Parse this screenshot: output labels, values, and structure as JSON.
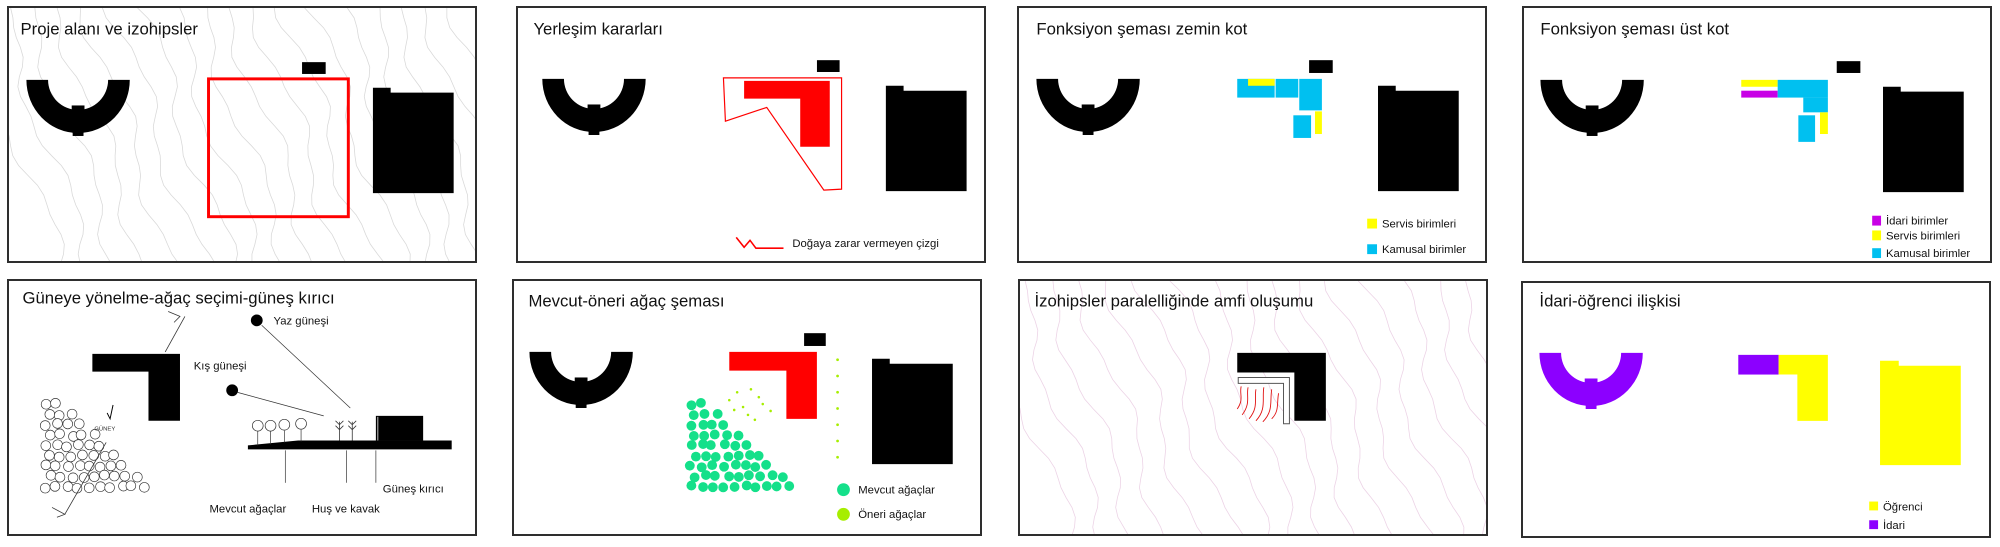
{
  "colors": {
    "black": "#000000",
    "red": "#ff0000",
    "yellow": "#ffff00",
    "cyan": "#00c0f0",
    "magenta": "#c800e6",
    "purple": "#8c00ff",
    "green": "#14e08a",
    "lime": "#a6ee00",
    "contour_gray": "#d9d9d9",
    "contour_pink": "#ecd3e6"
  },
  "panels": [
    {
      "title": "Proje alanı ve izohipsler"
    },
    {
      "title": "Yerleşim kararları",
      "legend": [
        "Doğaya zarar vermeyen çizgi"
      ]
    },
    {
      "title": "Fonksiyon şeması zemin kot",
      "legend": [
        "Servis birimleri",
        "Kamusal birimler"
      ]
    },
    {
      "title": "Fonksiyon şeması üst kot",
      "legend": [
        "İdari birimler",
        "Servis birimleri",
        "Kamusal birimler"
      ]
    },
    {
      "title": "Güneye yönelme-ağaç seçimi-güneş kırıcı",
      "labels": {
        "summer_sun": "Yaz güneşi",
        "winter_sun": "Kış güneşi",
        "south": "GÜNEY",
        "existing_trees": "Mevcut ağaçlar",
        "birch_poplar": "Huş ve kavak",
        "sun_breaker": "Güneş kırıcı"
      }
    },
    {
      "title": "Mevcut-öneri ağaç şeması",
      "legend": [
        "Mevcut ağaçlar",
        "Öneri ağaçlar"
      ]
    },
    {
      "title": "İzohipsler paralelliğinde amfi oluşumu"
    },
    {
      "title": "İdari-öğrenci ilişkisi",
      "legend": [
        "Öğrenci",
        "İdari"
      ]
    }
  ]
}
